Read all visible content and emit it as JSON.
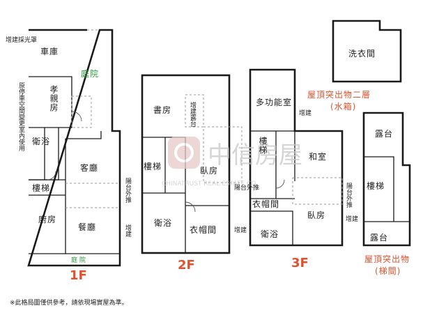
{
  "rooms_1f": {
    "garage": "車庫",
    "courtyard": "庭院",
    "elder_room": "孝親房",
    "bath": "衛浴",
    "living": "客廳",
    "stairs": "樓梯",
    "kitchen": "廚房",
    "dining": "餐廳",
    "front_yard": "庭 院",
    "skylight_note": "增建採光罩",
    "parking_note": "原停車空間變更室內使用",
    "balcony_note": "陽台外推",
    "addition_note": "增建"
  },
  "rooms_2f": {
    "study": "書房",
    "addition_terrace": "增建露台",
    "stairs": "樓梯",
    "bedroom": "臥房",
    "bath": "衛浴",
    "closet": "衣帽間",
    "addition_note": "增建",
    "balcony_note": "陽台外推"
  },
  "rooms_3f": {
    "multi": "多功能室",
    "addition_note1": "增建",
    "stairs": "樓梯",
    "tatami": "和室",
    "closet": "衣帽間",
    "bath": "衛浴",
    "bedroom": "臥房",
    "balcony_note": "陽台外推",
    "addition_note2": "增建"
  },
  "roof": {
    "laundry": "洗衣間",
    "upper_label": "屋頂突出物二層",
    "upper_sub": "(水箱)",
    "terrace_top": "露台",
    "stairs": "樓梯",
    "terrace_bottom": "露台",
    "lower_label": "屋頂突出物",
    "lower_sub": "(梯間)"
  },
  "floors": {
    "f1": "1F",
    "f2": "2F",
    "f3": "3F"
  },
  "watermark": {
    "brand_cn": "中信房屋",
    "brand_en": "CHINATRUST REAL ESTATE CO."
  },
  "footnote": "※此格局圖僅供參考，請依現場實屋為準。",
  "colors": {
    "accent_red": "#e0522d",
    "accent_green": "#2c9a3c"
  }
}
